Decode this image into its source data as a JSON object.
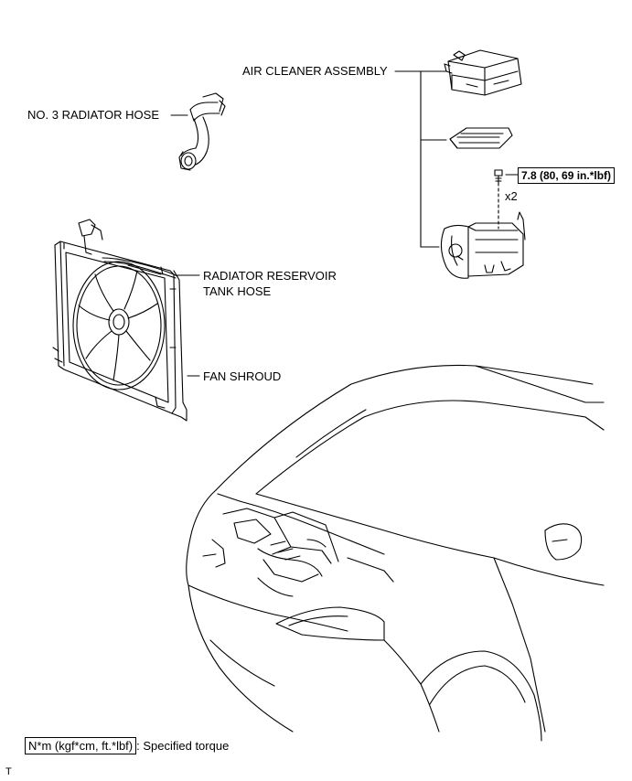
{
  "labels": {
    "air_cleaner_assembly": "AIR CLEANER ASSEMBLY",
    "no3_radiator_hose": "NO. 3 RADIATOR HOSE",
    "radiator_reservoir_line1": "RADIATOR RESERVOIR",
    "radiator_reservoir_line2": "TANK HOSE",
    "fan_shroud": "FAN SHROUD",
    "bolt_quantity": "x2"
  },
  "torque": {
    "spec": "7.8 (80, 69 in.*lbf)"
  },
  "legend": {
    "unit_box": "N*m (kgf*cm, ft.*lbf)",
    "description": ": Specified torque"
  },
  "footer": {
    "mark": "T"
  },
  "colors": {
    "line": "#000000",
    "background": "#ffffff"
  }
}
